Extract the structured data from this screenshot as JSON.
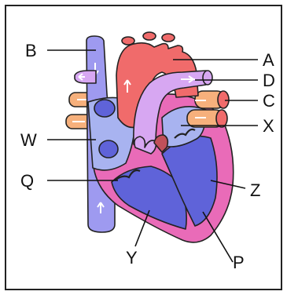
{
  "diagram": {
    "labels": {
      "A": "A",
      "B": "B",
      "C": "C",
      "D": "D",
      "P": "P",
      "Q": "Q",
      "W": "W",
      "X": "X",
      "Y": "Y",
      "Z": "Z"
    },
    "colors": {
      "frame": "#222222",
      "aorta": "#f06b6b",
      "pulmonary_artery": "#d7a7f2",
      "vena_cava": "#9e9af0",
      "pulmonary_veins": "#f6b07c",
      "heart_wall": "#e96bb8",
      "ventricle": "#5f63d9",
      "left_atrium": "#ffb3bd",
      "right_atrium": "#a8b3f0"
    }
  }
}
